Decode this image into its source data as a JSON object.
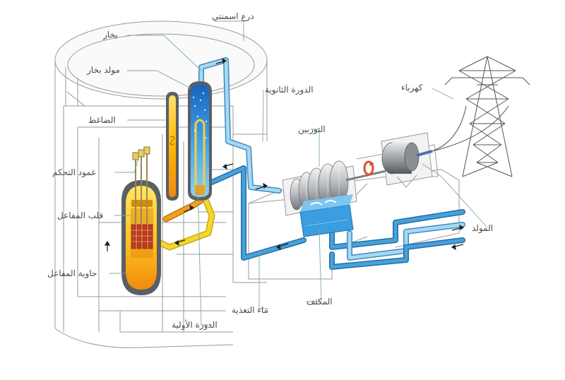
{
  "labels": {
    "containment": "درع اسمنتي",
    "steam": "بخار",
    "steam_generator": "مولد بخار",
    "secondary_loop": "الدورة الثانوية",
    "pressurizer": "الضاغط",
    "control_rods": "عمود التحكم",
    "reactor_core": "قلب المفاعل",
    "reactor_vessel": "حاوية المفاعل",
    "primary_loop": "الدورة الأولية",
    "feed_water": "ماء التغذية",
    "condenser": "المكثف",
    "turbine": "التوربين",
    "generator": "المولد",
    "electricity": "كهرباء"
  },
  "colors": {
    "outline": "#9a9a9a",
    "leader": "#7fa8a8",
    "primary_hot": "#f0a020",
    "primary_cool": "#f2d020",
    "secondary_pipe": "#5aa8d8",
    "secondary_pipe_dark": "#1f7fbf",
    "condenser_water": "#3a9ee0",
    "vessel_shell": "#5a5f66",
    "rod": "#c0392b",
    "arrow": "#222222"
  }
}
